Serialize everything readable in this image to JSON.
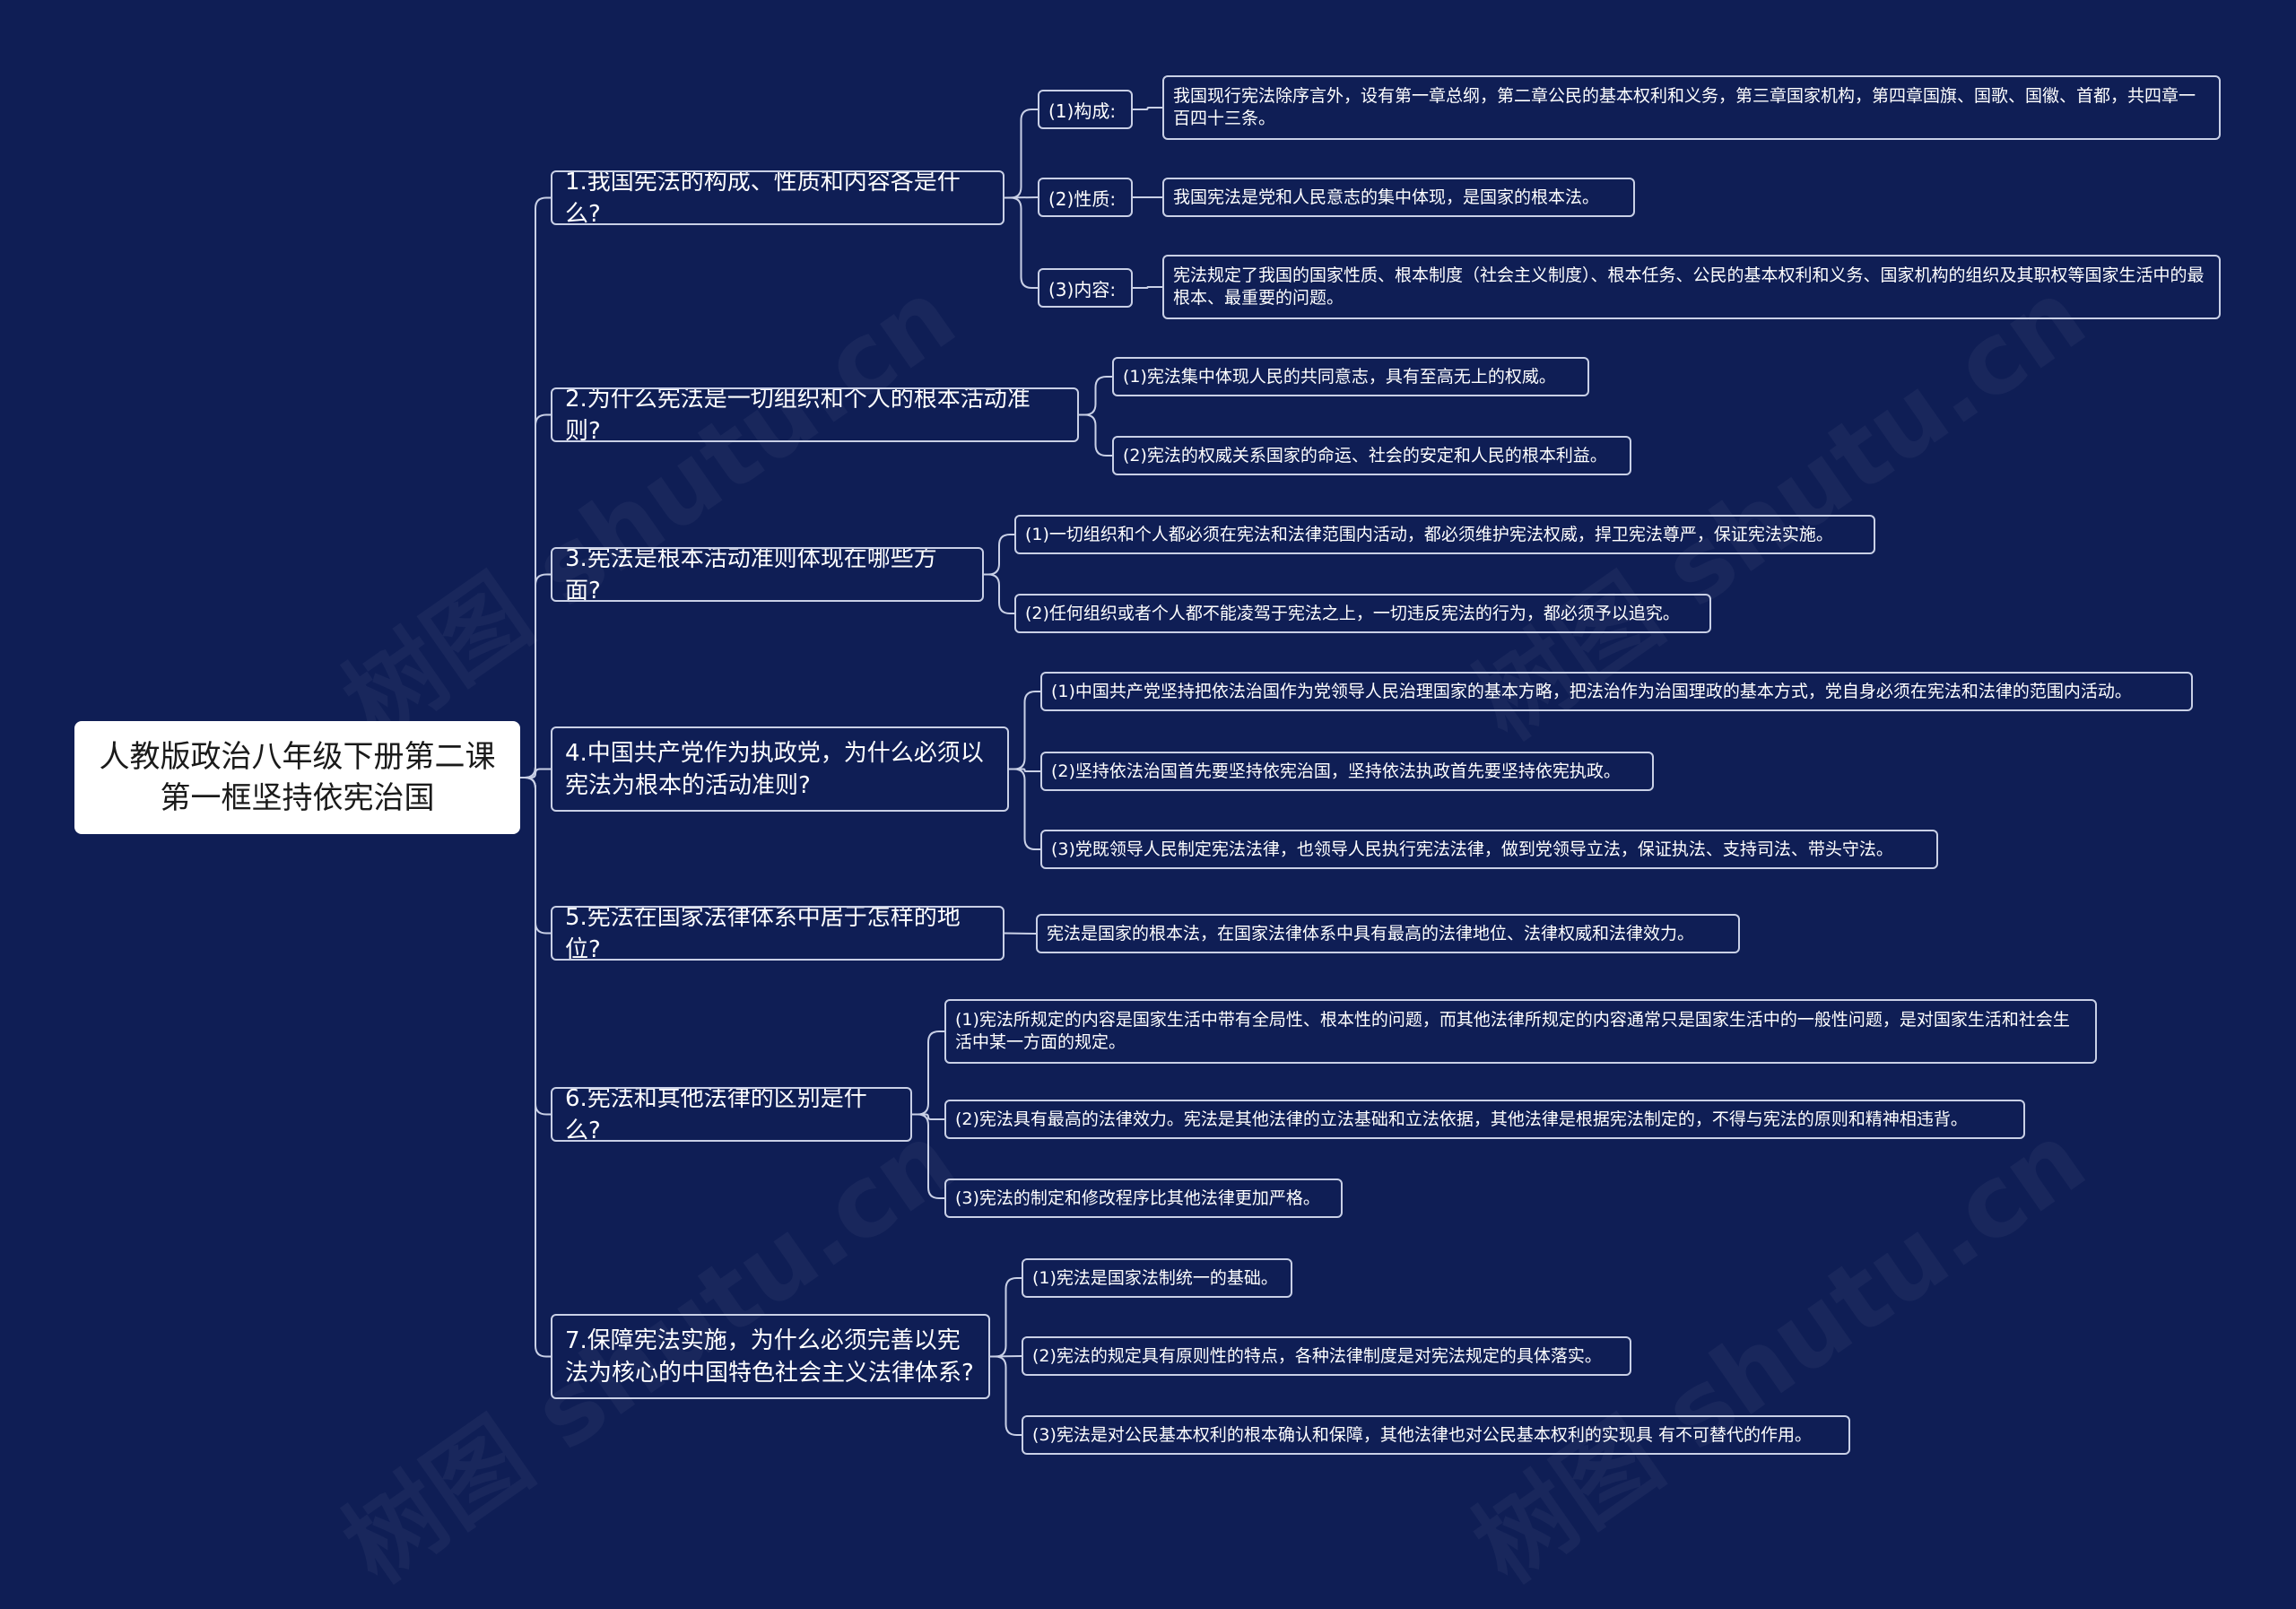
{
  "root": {
    "title": "人教版政治八年级下册第二课第一框坚持依宪治国"
  },
  "watermark": "树图 shutu.cn",
  "branches": [
    {
      "question": "1.我国宪法的构成、性质和内容各是什么?",
      "children": [
        {
          "label": "(1)构成:",
          "answer": "我国现行宪法除序言外，设有第一章总纲，第二章公民的基本权利和义务，第三章国家机构，第四章国旗、国歌、国徽、首都，共四章一百四十三条。"
        },
        {
          "label": "(2)性质:",
          "answer": "我国宪法是党和人民意志的集中体现，是国家的根本法。"
        },
        {
          "label": "(3)内容:",
          "answer": "宪法规定了我国的国家性质、根本制度（社会主义制度）、根本任务、公民的基本权利和义务、国家机构的组织及其职权等国家生活中的最根本、最重要的问题。"
        }
      ]
    },
    {
      "question": "2.为什么宪法是一切组织和个人的根本活动准则?",
      "children": [
        {
          "answer": "(1)宪法集中体现人民的共同意志，具有至高无上的权威。"
        },
        {
          "answer": "(2)宪法的权威关系国家的命运、社会的安定和人民的根本利益。"
        }
      ]
    },
    {
      "question": "3.宪法是根本活动准则体现在哪些方面?",
      "children": [
        {
          "answer": "(1)一切组织和个人都必须在宪法和法律范围内活动，都必须维护宪法权威，捍卫宪法尊严，保证宪法实施。"
        },
        {
          "answer": "(2)任何组织或者个人都不能凌驾于宪法之上，一切违反宪法的行为，都必须予以追究。"
        }
      ]
    },
    {
      "question": "4.中国共产党作为执政党，为什么必须以宪法为根本的活动准则?",
      "children": [
        {
          "answer": "(1)中国共产党坚持把依法治国作为党领导人民治理国家的基本方略，把法治作为治国理政的基本方式，党自身必须在宪法和法律的范围内活动。"
        },
        {
          "answer": "(2)坚持依法治国首先要坚持依宪治国，坚持依法执政首先要坚持依宪执政。"
        },
        {
          "answer": "(3)党既领导人民制定宪法法律，也领导人民执行宪法法律，做到党领导立法，保证执法、支持司法、带头守法。"
        }
      ]
    },
    {
      "question": "5.宪法在国家法律体系中居于怎样的地位?",
      "children": [
        {
          "answer": "宪法是国家的根本法，在国家法律体系中具有最高的法律地位、法律权威和法律效力。"
        }
      ]
    },
    {
      "question": "6.宪法和其他法律的区别是什么?",
      "children": [
        {
          "answer": "(1)宪法所规定的内容是国家生活中带有全局性、根本性的问题，而其他法律所规定的内容通常只是国家生活中的一般性问题，是对国家生活和社会生活中某一方面的规定。"
        },
        {
          "answer": "(2)宪法具有最高的法律效力。宪法是其他法律的立法基础和立法依据，其他法律是根据宪法制定的，不得与宪法的原则和精神相违背。"
        },
        {
          "answer": "(3)宪法的制定和修改程序比其他法律更加严格。"
        }
      ]
    },
    {
      "question": "7.保障宪法实施，为什么必须完善以宪法为核心的中国特色社会主义法律体系?",
      "children": [
        {
          "answer": "(1)宪法是国家法制统一的基础。"
        },
        {
          "answer": "(2)宪法的规定具有原则性的特点，各种法律制度是对宪法规定的具体落实。"
        },
        {
          "answer": "(3)宪法是对公民基本权利的根本确认和保障，其他法律也对公民基本权利的实现具 有不可替代的作用。"
        }
      ]
    }
  ]
}
